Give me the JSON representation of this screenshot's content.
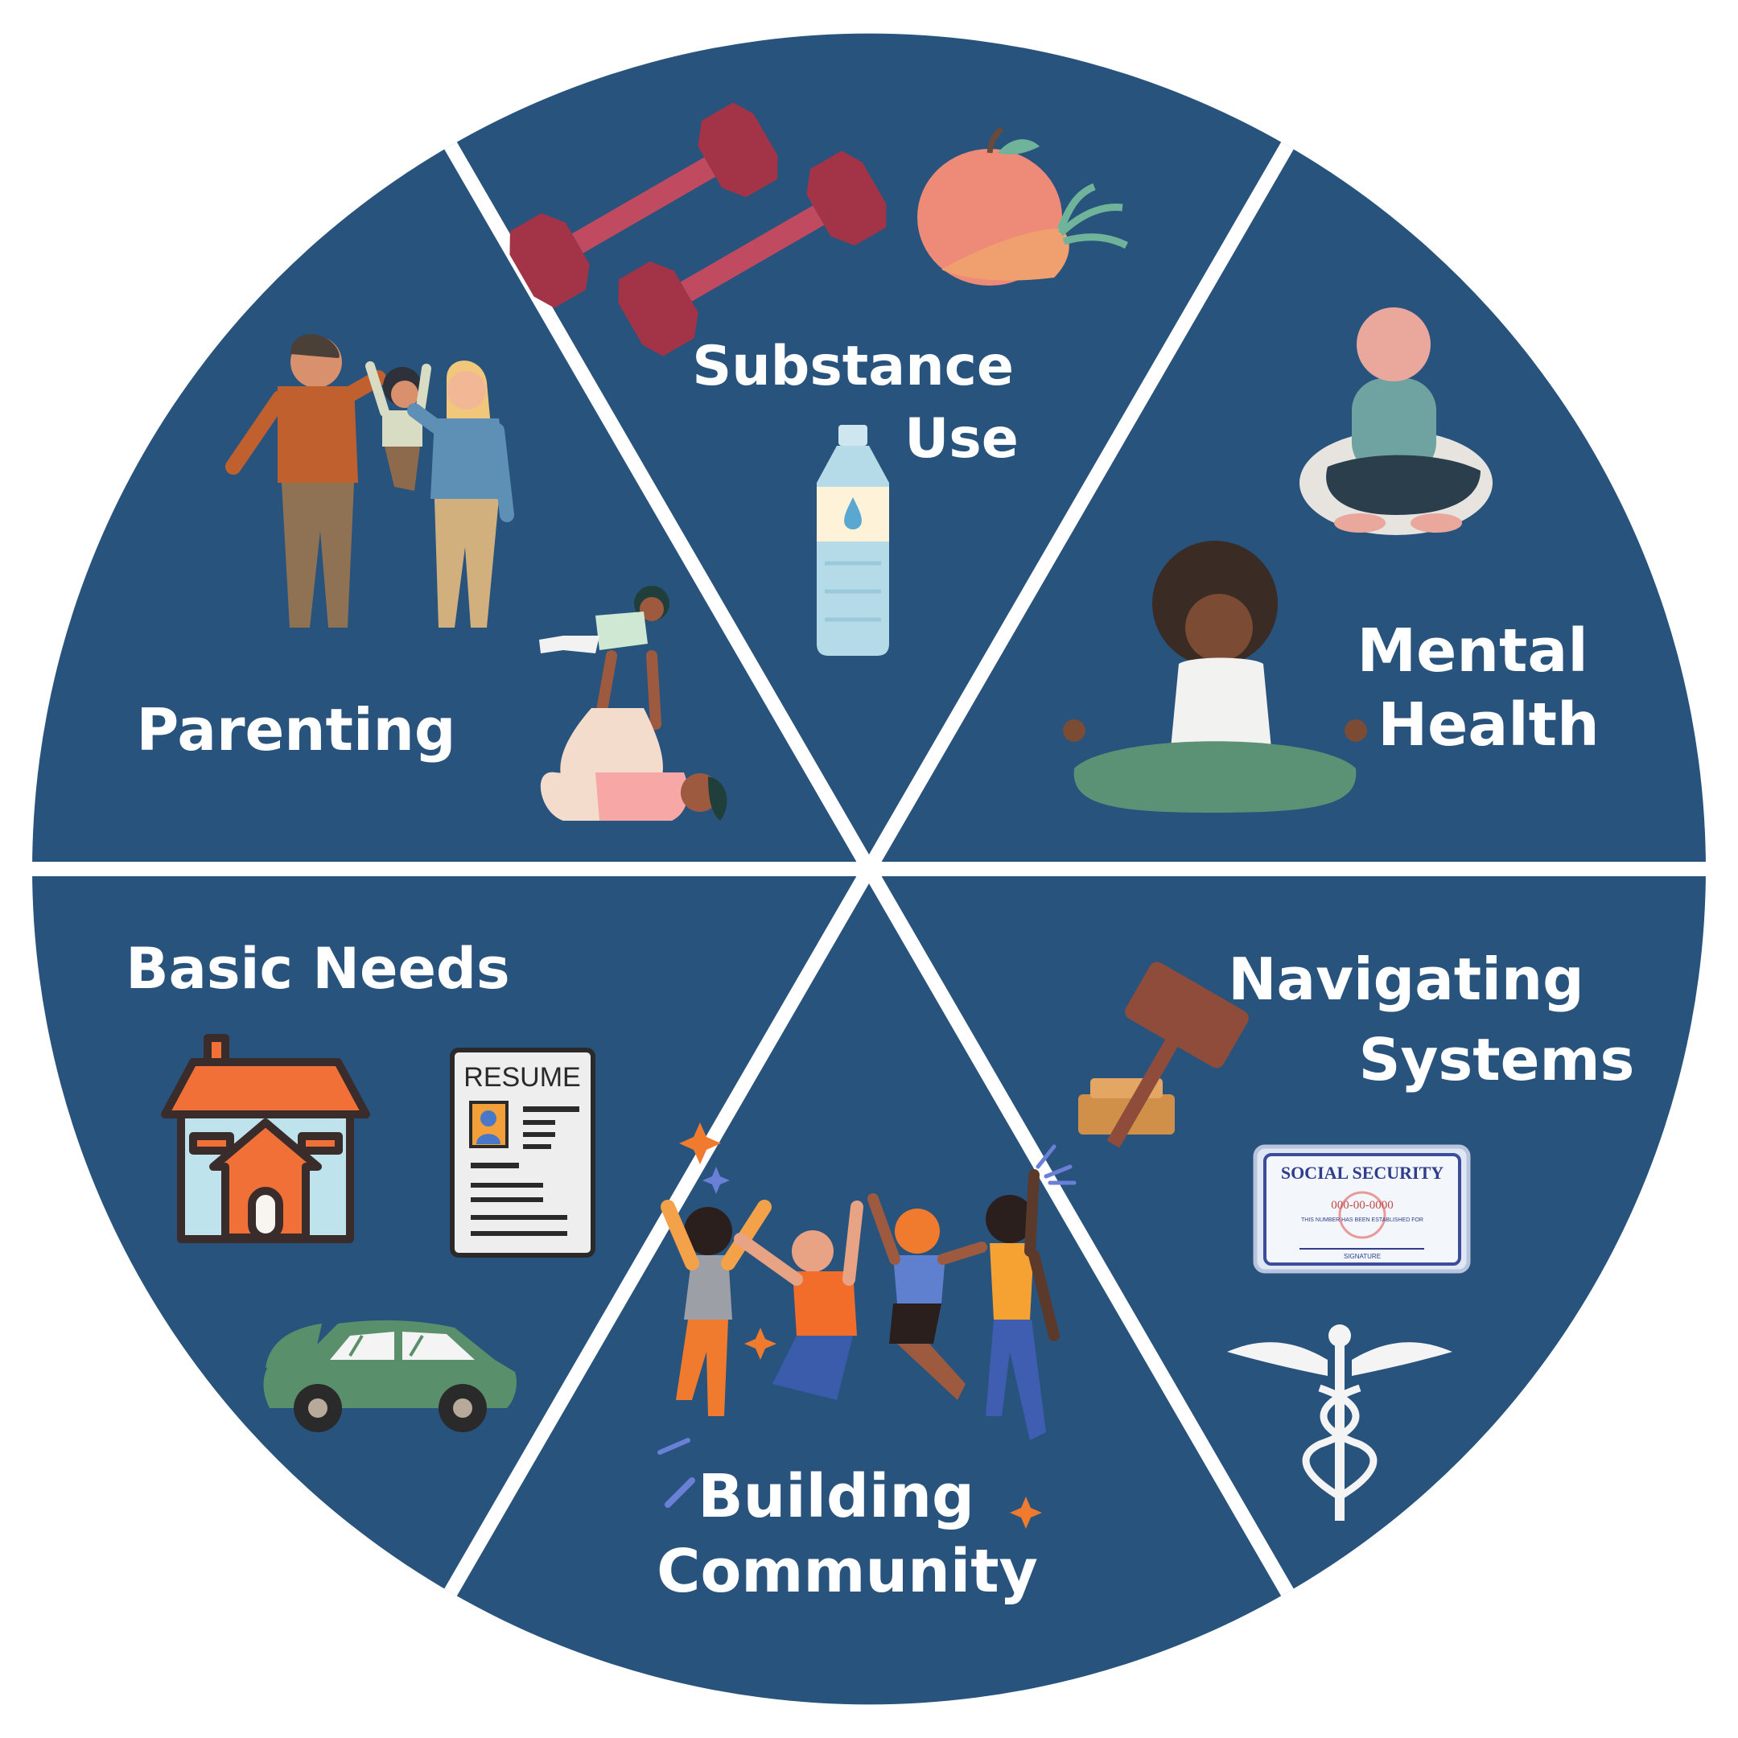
{
  "colors": {
    "segment_fill": "#28537d",
    "divider": "#ffffff",
    "label": "#ffffff"
  },
  "segments": [
    {
      "id": "substance-use",
      "lines": [
        "Substance",
        "Use"
      ],
      "icons": [
        "dumbbells-icon",
        "apple-icon",
        "carrot-icon",
        "water-bottle-icon"
      ]
    },
    {
      "id": "mental-health",
      "lines": [
        "Mental",
        "Health"
      ],
      "icons": [
        "meditating-person-icon",
        "meditating-woman-icon"
      ]
    },
    {
      "id": "navigating-systems",
      "lines": [
        "Navigating",
        "Systems"
      ],
      "icons": [
        "gavel-icon",
        "social-security-card-icon",
        "caduceus-icon"
      ]
    },
    {
      "id": "building-community",
      "lines": [
        "Building",
        "Community"
      ],
      "icons": [
        "jumping-people-icon"
      ]
    },
    {
      "id": "basic-needs",
      "lines": [
        "Basic Needs"
      ],
      "icons": [
        "house-icon",
        "resume-icon",
        "car-icon"
      ]
    },
    {
      "id": "parenting",
      "lines": [
        "Parenting"
      ],
      "icons": [
        "family-icon",
        "parent-child-play-icon"
      ]
    }
  ],
  "resume_label": "RESUME",
  "card": {
    "title": "SOCIAL SECURITY",
    "number": "000-00-0000",
    "subtitle": "THIS NUMBER HAS BEEN ESTABLISHED FOR",
    "signature": "SIGNATURE"
  }
}
